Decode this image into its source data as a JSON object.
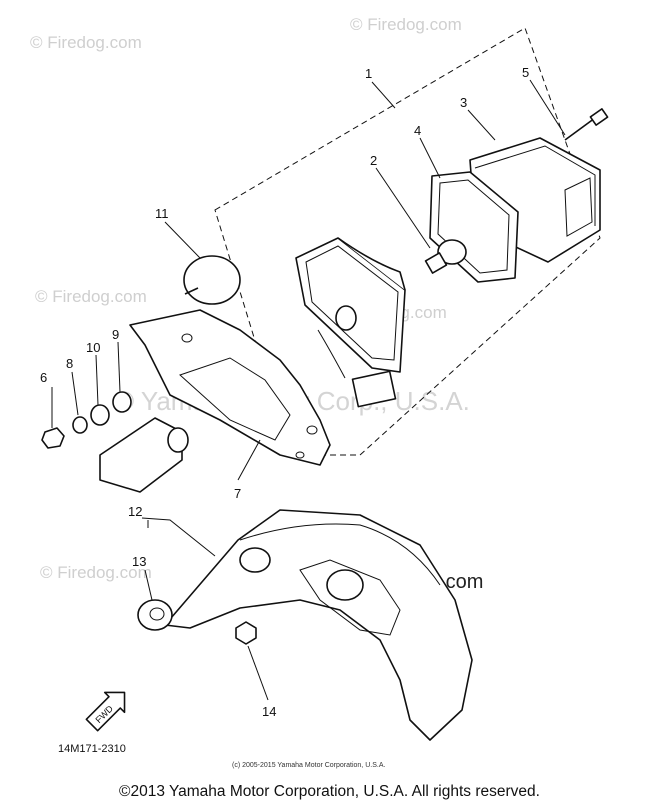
{
  "watermarks": {
    "firedog": "© Firedog.com",
    "center": "© Yamaha Motor Corp., U.S.A."
  },
  "callouts": [
    "1",
    "2",
    "3",
    "4",
    "5",
    "6",
    "7",
    "8",
    "9",
    "10",
    "11",
    "12",
    "13",
    "14"
  ],
  "fwd_label": "FWD",
  "diagram_code": "14M171-2310",
  "small_copyright": "(c) 2005-2015 Yamaha Motor Corporation, U.S.A.",
  "copyright": "©2013 Yamaha Motor Corporation, U.S.A. All rights reserved.",
  "colors": {
    "ink": "#111111",
    "watermark": "#cfcfcf"
  }
}
